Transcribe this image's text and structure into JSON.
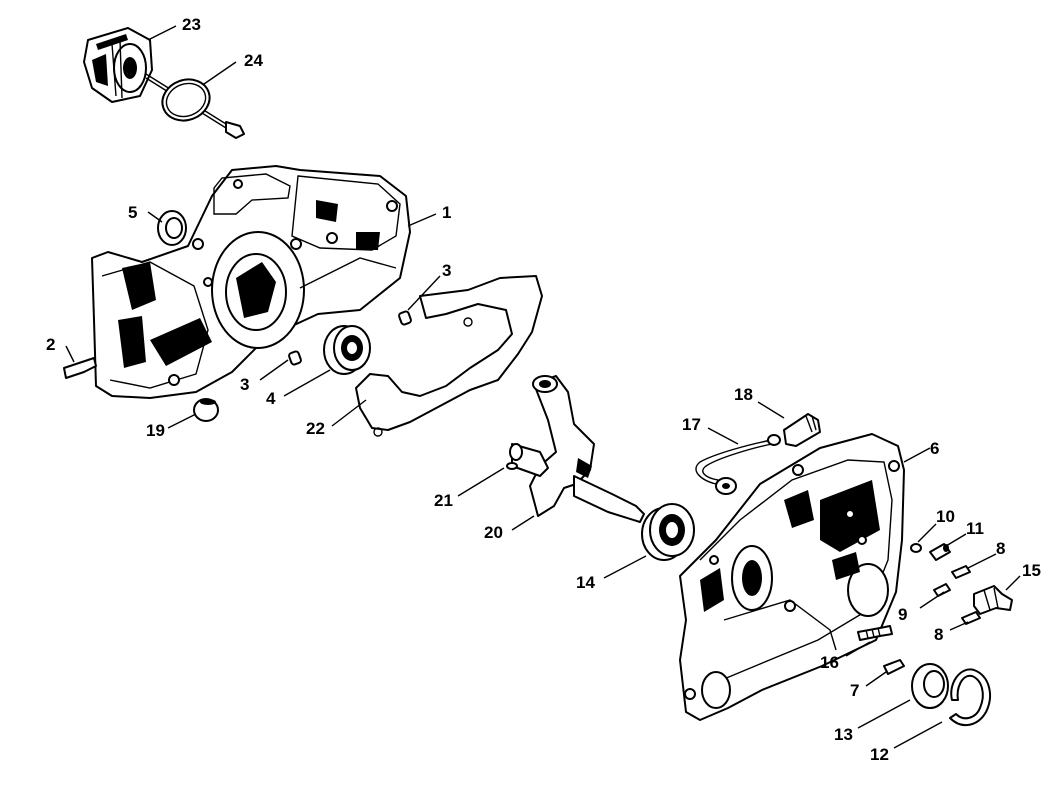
{
  "callouts": {
    "c1": "1",
    "c2": "2",
    "c3a": "3",
    "c3b": "3",
    "c4": "4",
    "c5": "5",
    "c6": "6",
    "c7": "7",
    "c8a": "8",
    "c8b": "8",
    "c9": "9",
    "c10": "10",
    "c11": "11",
    "c12": "12",
    "c13": "13",
    "c14": "14",
    "c15": "15",
    "c16": "16",
    "c17": "17",
    "c18": "18",
    "c19": "19",
    "c20": "20",
    "c21": "21",
    "c22": "22",
    "c23": "23",
    "c24": "24"
  }
}
